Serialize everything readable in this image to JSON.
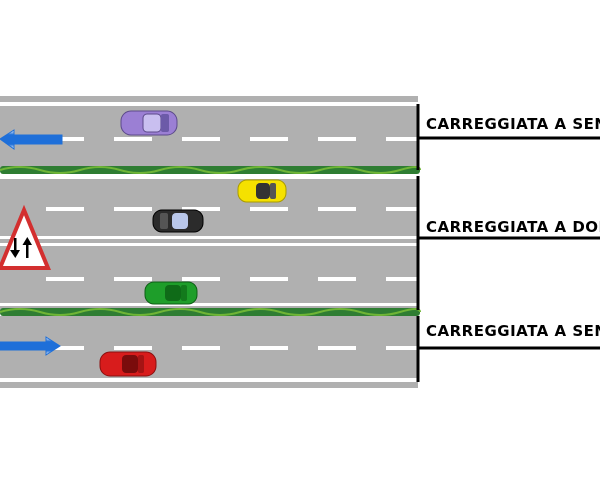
{
  "diagram": {
    "labels": {
      "top": "CARREGGIATA A SEN",
      "middle": "CARREGGIATA A DOP",
      "bottom": "CARREGGIATA A SEN"
    },
    "colors": {
      "road": "#b0b0b0",
      "line": "#ffffff",
      "median": "#2e7d32",
      "arrow_body": "#1e6fd9",
      "sign_border": "#d32f2f",
      "car_purple": "#9b7fd4",
      "car_yellow": "#f5e100",
      "car_black": "#2b2b2b",
      "car_green": "#1e9e2a",
      "car_red": "#d81c1c"
    },
    "icons": [
      "left-arrow-icon",
      "two-way-traffic-sign-icon",
      "right-arrow-icon"
    ]
  }
}
